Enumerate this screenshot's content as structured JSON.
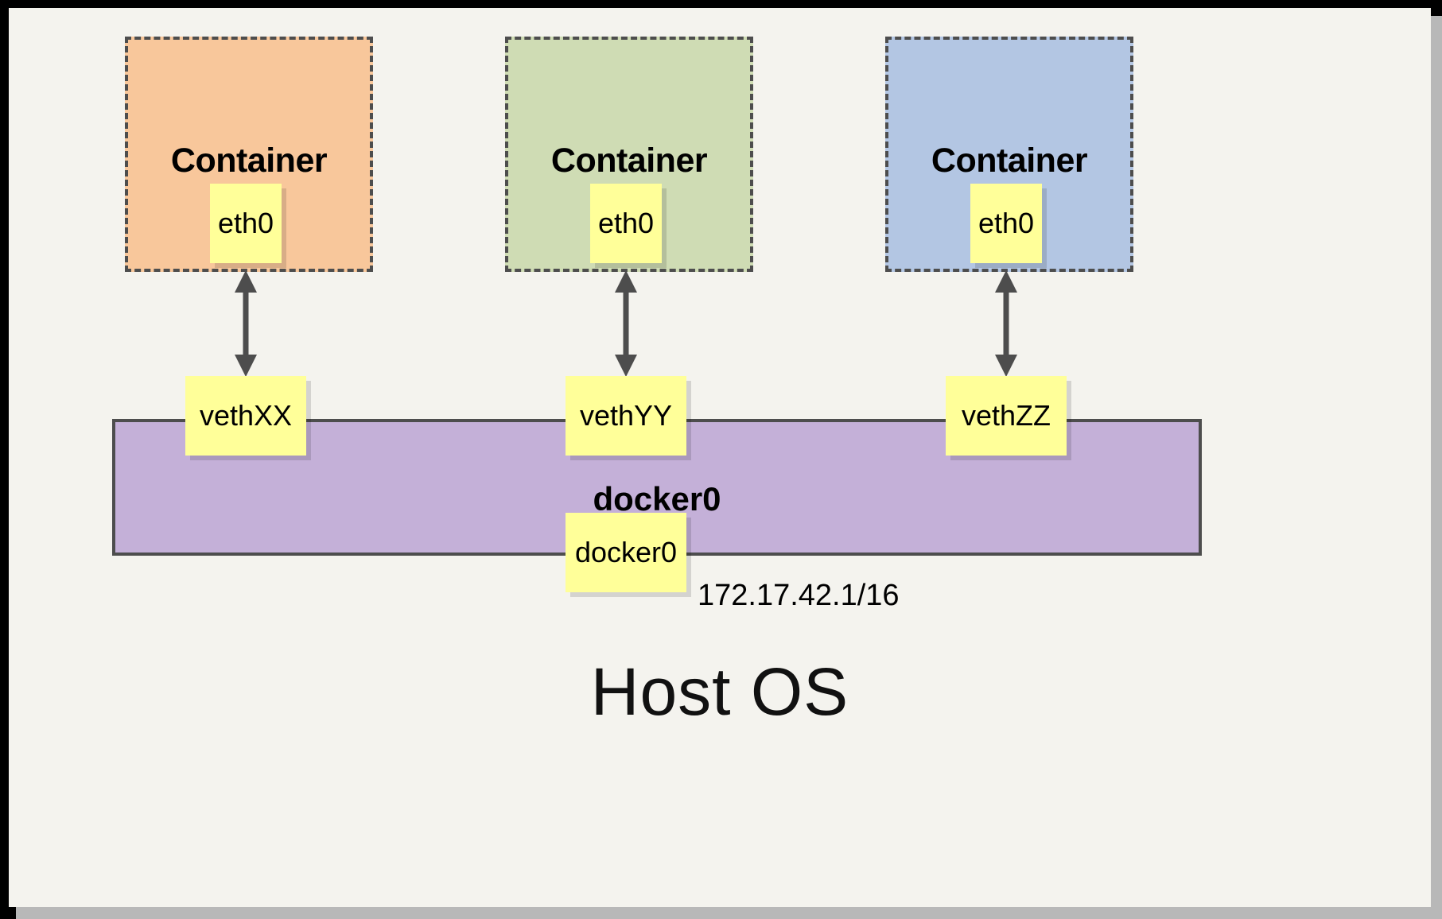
{
  "diagram": {
    "title_text": "Host OS",
    "bridge": {
      "name_label": "docker0",
      "port_label": "docker0",
      "ip_label": "172.17.42.1/16",
      "color": "#c4b0d8",
      "border_color": "#4d4d4d"
    },
    "containers": [
      {
        "label": "Container",
        "nic_label": "eth0",
        "veth_label": "vethXX",
        "color": "#f8c79b"
      },
      {
        "label": "Container",
        "nic_label": "eth0",
        "veth_label": "vethYY",
        "color": "#cfdcb4"
      },
      {
        "label": "Container",
        "nic_label": "eth0",
        "veth_label": "vethZZ",
        "color": "#b3c6e3"
      }
    ],
    "colors": {
      "background": "#f4f3ee",
      "note": "#ffff99",
      "frame": "#000000",
      "arrow": "#4d4d4d",
      "dash_border": "#4d4d4d"
    }
  }
}
